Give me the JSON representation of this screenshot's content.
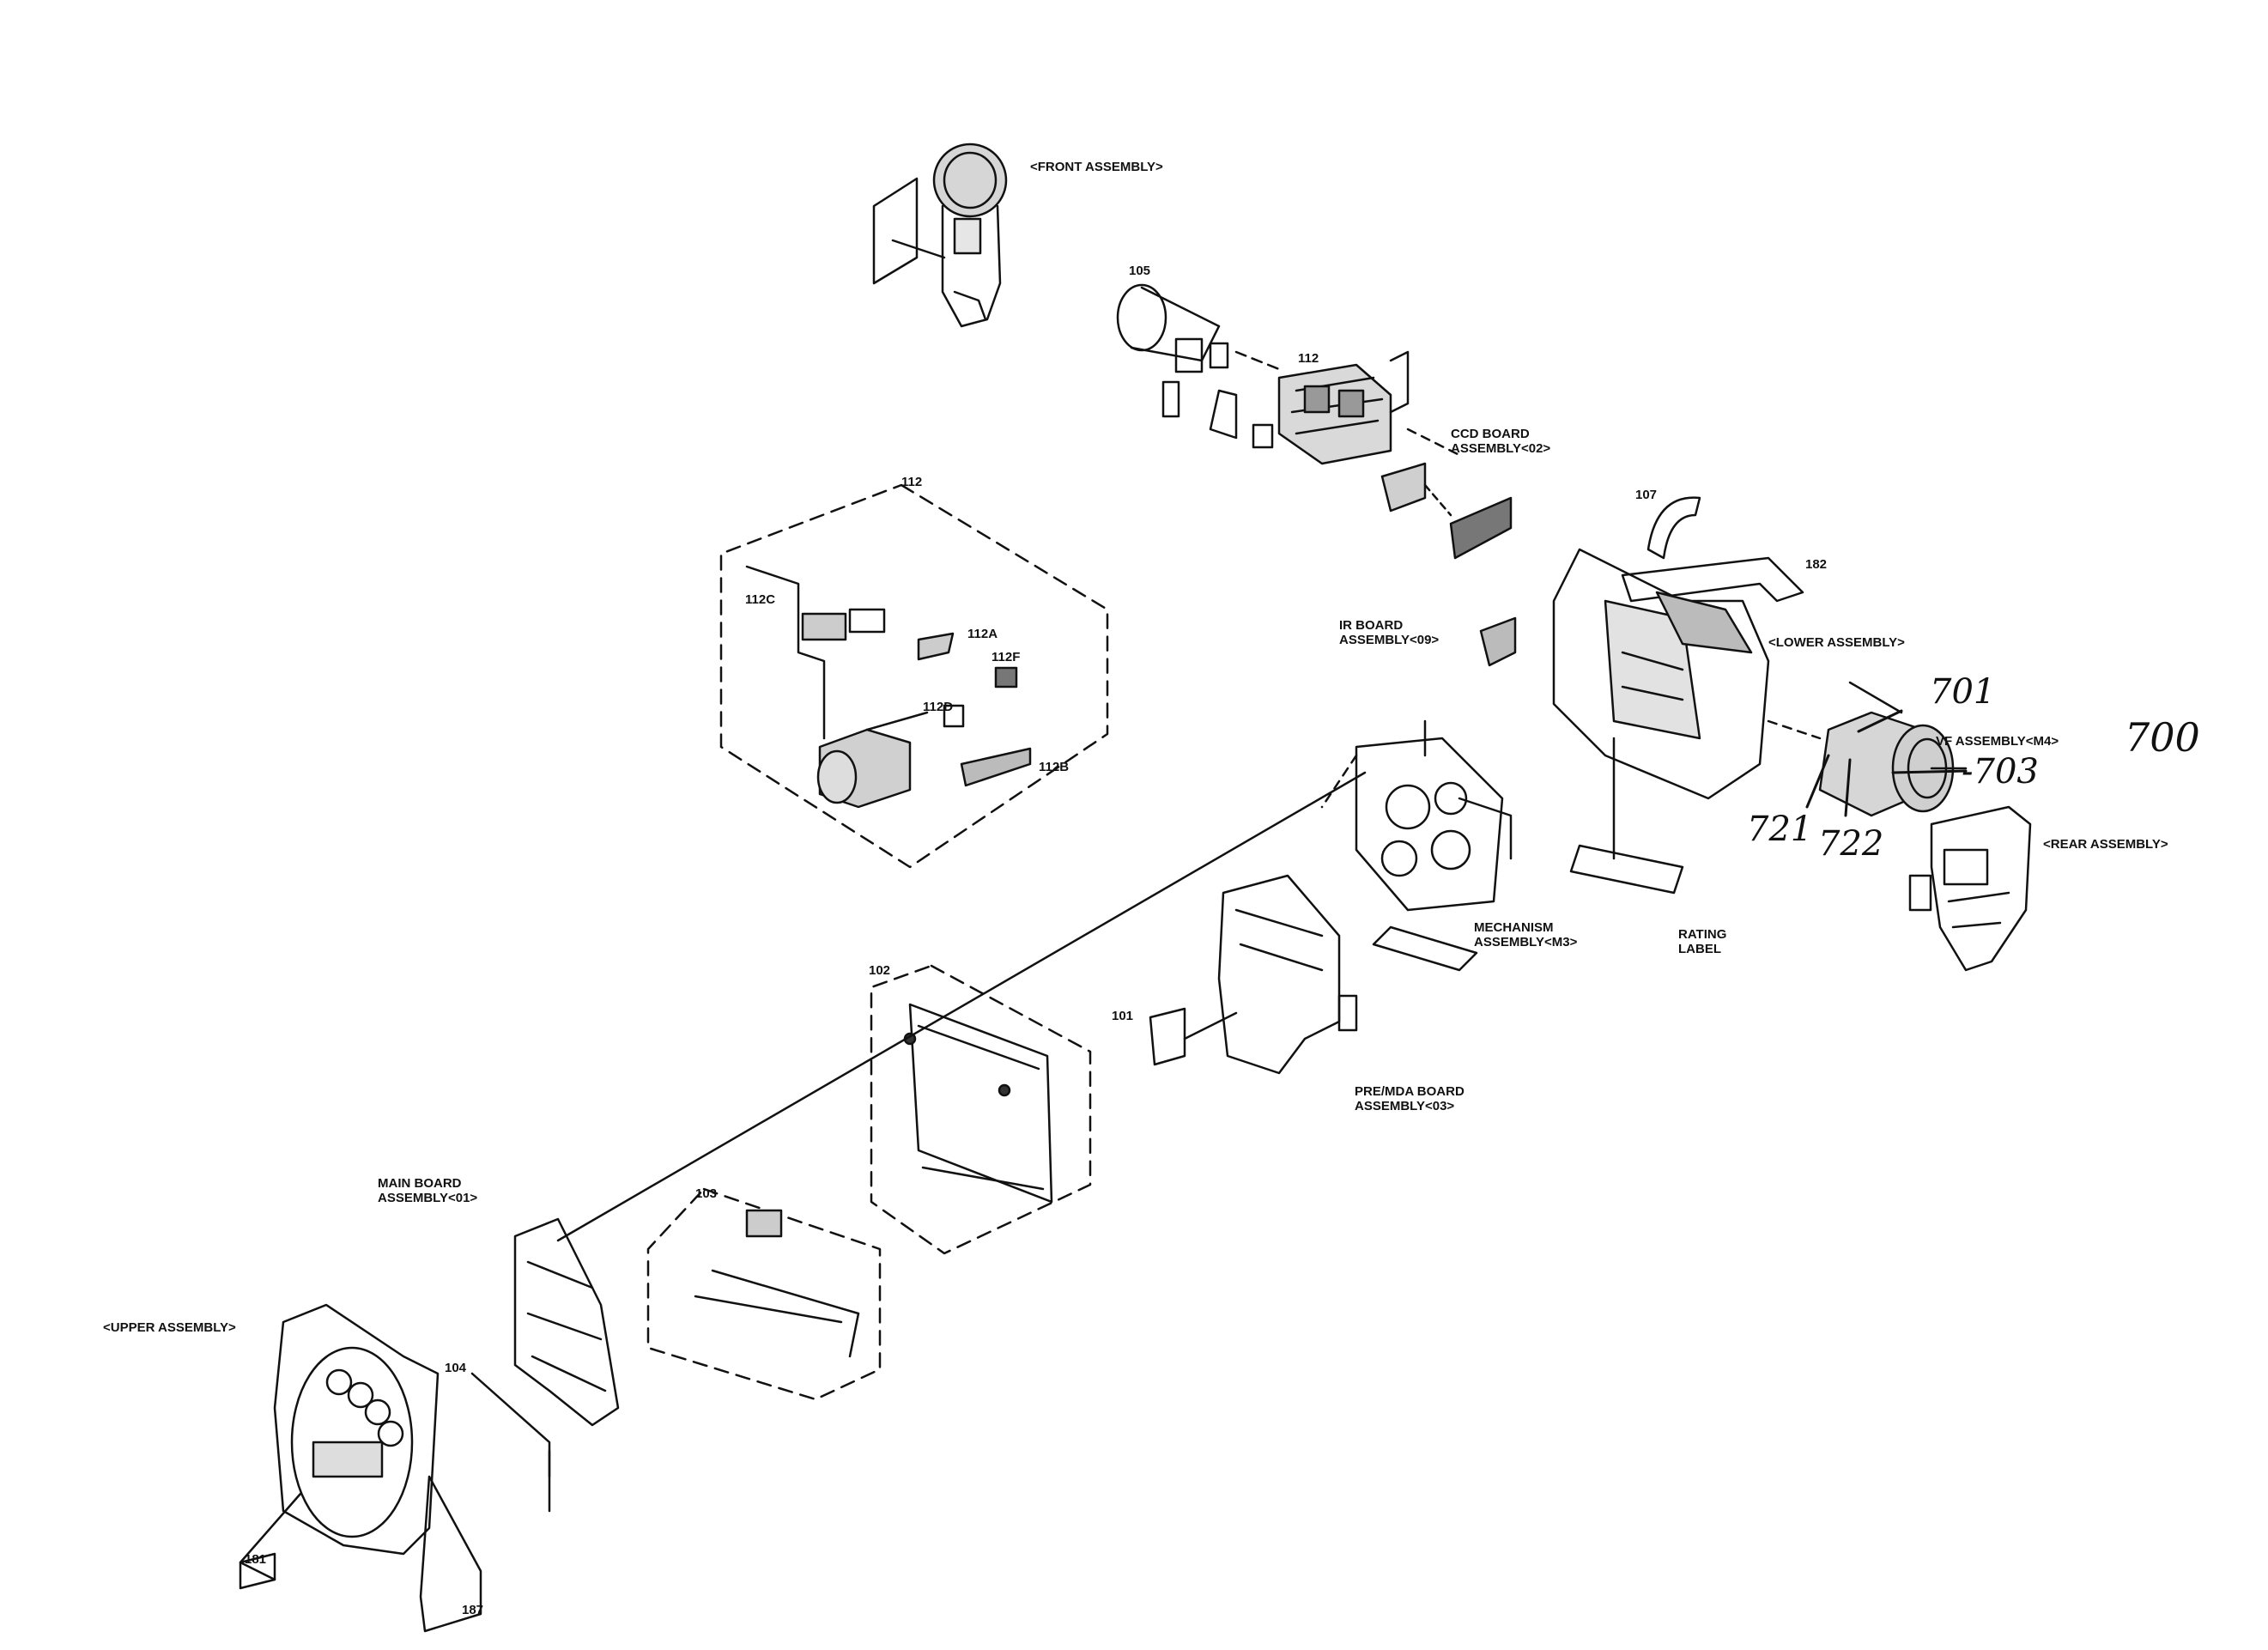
{
  "labels": {
    "front_assembly": "<FRONT ASSEMBLY>",
    "p105": "105",
    "p112_top": "112",
    "ccd_board": "CCD BOARD\nASSEMBLY<02>",
    "p112_group": "112",
    "p112c": "112C",
    "p112a": "112A",
    "p112f": "112F",
    "p112d": "112D",
    "p112b": "112B",
    "p107": "107",
    "p182": "182",
    "ir_board": "IR BOARD\nASSEMBLY<09>",
    "lower_assembly": "<LOWER ASSEMBLY>",
    "vf_assembly": "VF ASSEMBLY<M4>",
    "rear_assembly": "<REAR ASSEMBLY>",
    "mechanism": "MECHANISM\nASSEMBLY<M3>",
    "rating_label": "RATING\nLABEL",
    "p102": "102",
    "p101": "101",
    "pre_mda_board": "PRE/MDA BOARD\nASSEMBLY<03>",
    "main_board": "MAIN BOARD\nASSEMBLY<01>",
    "p103": "103",
    "upper_assembly": "<UPPER ASSEMBLY>",
    "p104": "104",
    "p181": "181",
    "p187": "187"
  },
  "handwritten": {
    "h701": "701",
    "h700": "700",
    "h703": "-703",
    "h721": "721",
    "h722": "722"
  },
  "colors": {
    "ink": "#111111",
    "paper": "#ffffff",
    "fill": "#cfcfcf"
  }
}
